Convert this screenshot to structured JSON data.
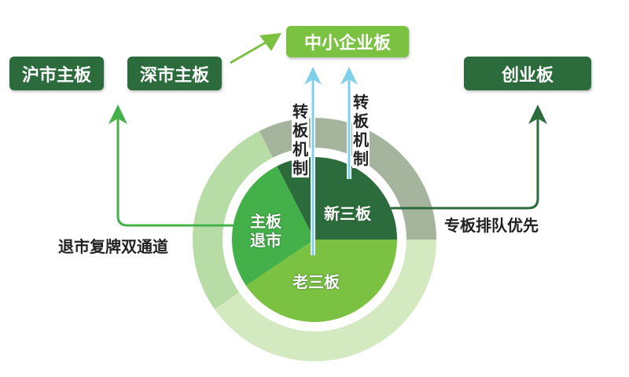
{
  "boxes": {
    "shanghai_main": "沪市主板",
    "shenzhen_main": "深市主板",
    "sme_board": "中小企业板",
    "chinext": "创业板"
  },
  "pie": {
    "new_third_board": "新三板",
    "main_board_delisted": "主板退市",
    "old_third_board": "老三板"
  },
  "labels": {
    "transfer_mechanism_left": "转板机制",
    "transfer_mechanism_right": "转板机制",
    "delist_relist": "退市复牌双通道",
    "priority_queue": "专板排队优先"
  },
  "colors": {
    "dark_green": "#2c6b3c",
    "mid_green": "#44b04a",
    "light_green": "#7cc242",
    "ring_gray": "#a5b49c",
    "ring_light": "#b8dca6",
    "ring_pale": "#d3e9bf",
    "arrow_blue": "#7fd0ea"
  }
}
